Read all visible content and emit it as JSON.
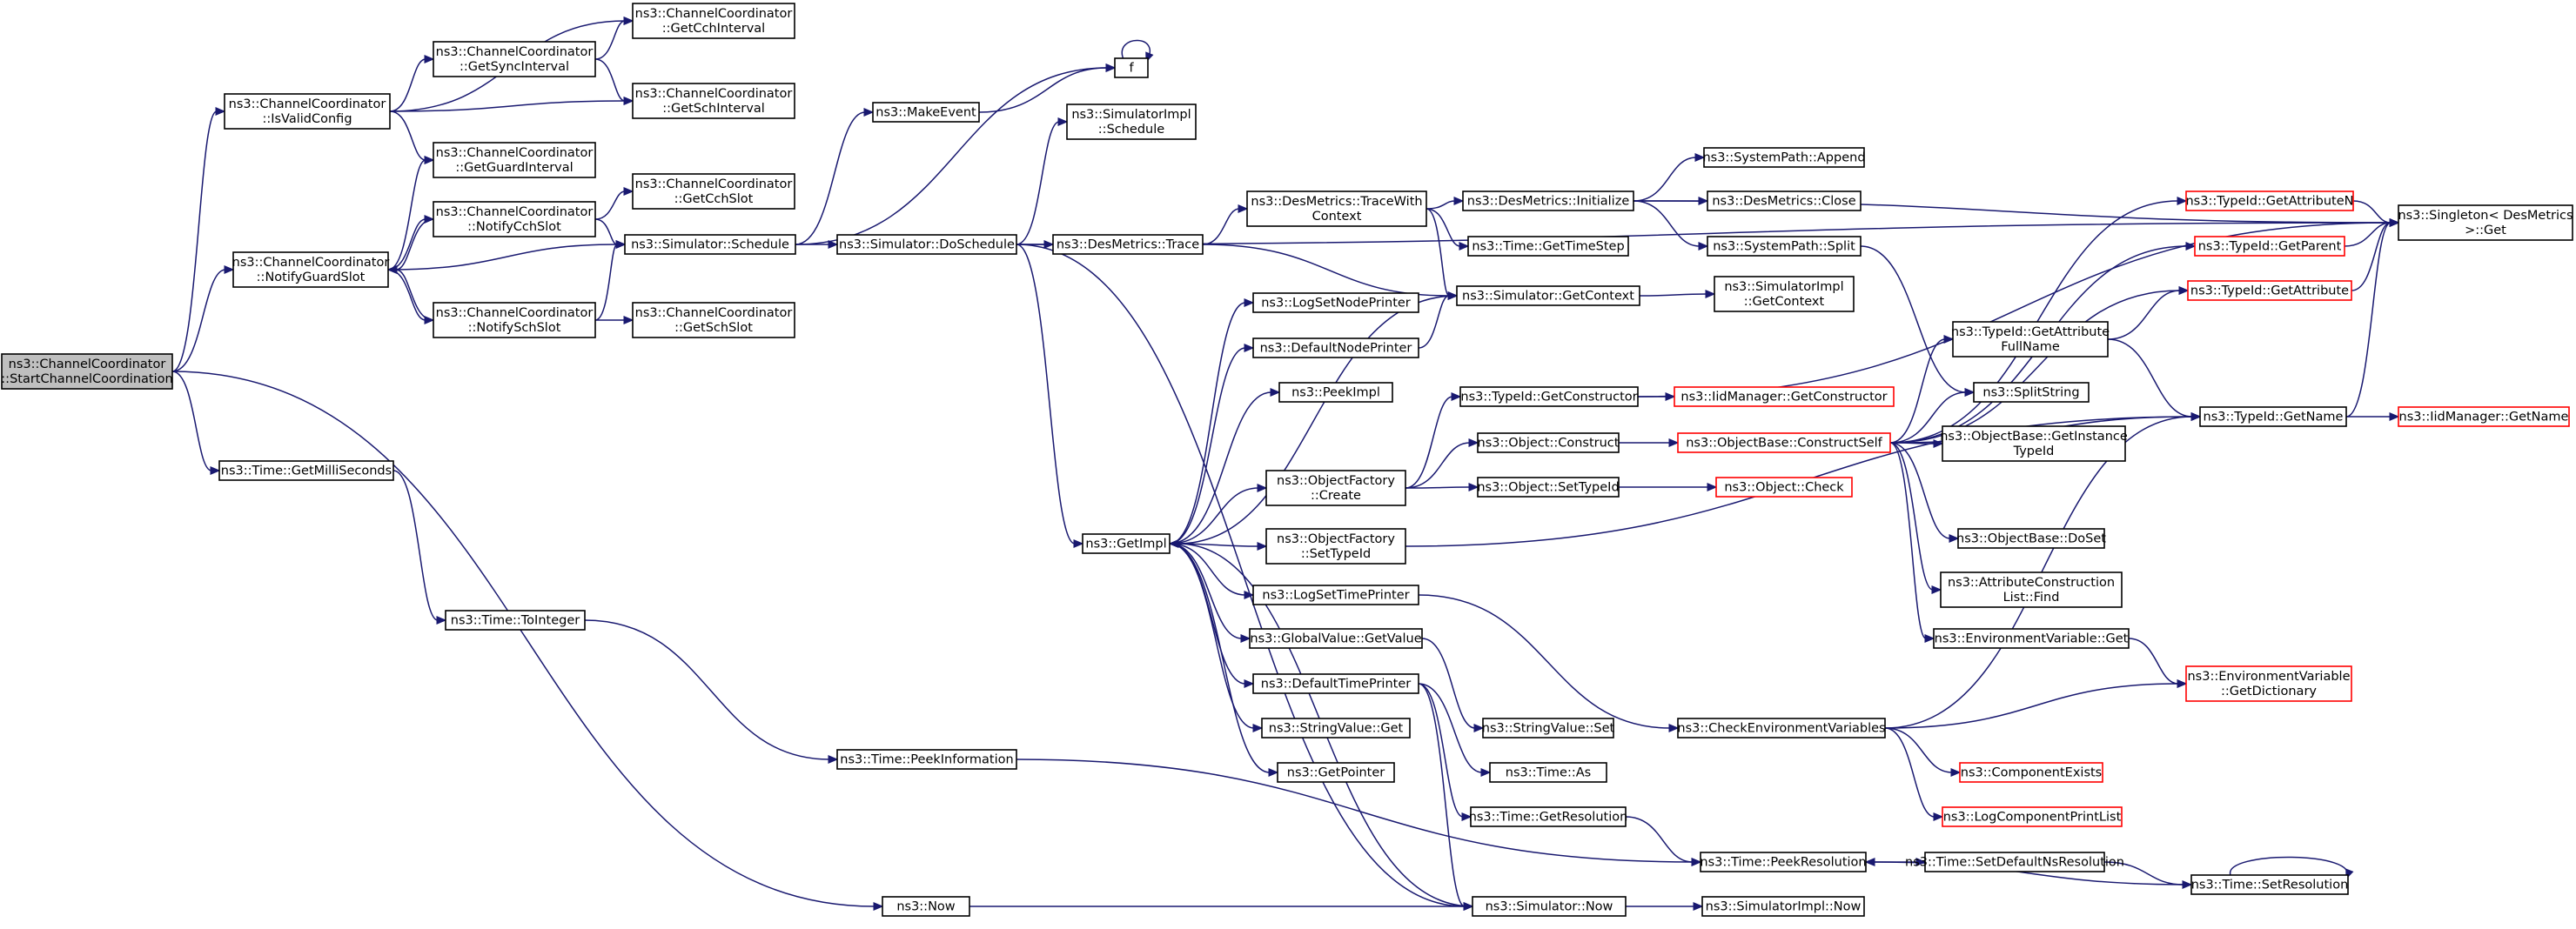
{
  "colors": {
    "edge": "#191970",
    "node_border": "#000000",
    "node_border_truncated": "#ff0000",
    "node_fill": "#ffffff",
    "root_fill": "#bfbfbf"
  },
  "nodes": [
    {
      "id": "start",
      "lines": [
        "ns3::ChannelCoordinator",
        "::StartChannelCoordination"
      ],
      "root": true
    },
    {
      "id": "isvalid",
      "lines": [
        "ns3::ChannelCoordinator",
        "::IsValidConfig"
      ]
    },
    {
      "id": "notifyguard",
      "lines": [
        "ns3::ChannelCoordinator",
        "::NotifyGuardSlot"
      ]
    },
    {
      "id": "getms",
      "lines": [
        "ns3::Time::GetMilliSeconds"
      ]
    },
    {
      "id": "now",
      "lines": [
        "ns3::Now"
      ]
    },
    {
      "id": "getsync",
      "lines": [
        "ns3::ChannelCoordinator",
        "::GetSyncInterval"
      ]
    },
    {
      "id": "getguard",
      "lines": [
        "ns3::ChannelCoordinator",
        "::GetGuardInterval"
      ]
    },
    {
      "id": "notifycch",
      "lines": [
        "ns3::ChannelCoordinator",
        "::NotifyCchSlot"
      ]
    },
    {
      "id": "notifysch",
      "lines": [
        "ns3::ChannelCoordinator",
        "::NotifySchSlot"
      ]
    },
    {
      "id": "schedule",
      "lines": [
        "ns3::Simulator::Schedule"
      ]
    },
    {
      "id": "toint",
      "lines": [
        "ns3::Time::ToInteger"
      ]
    },
    {
      "id": "getcchint",
      "lines": [
        "ns3::ChannelCoordinator",
        "::GetCchInterval"
      ]
    },
    {
      "id": "getschint",
      "lines": [
        "ns3::ChannelCoordinator",
        "::GetSchInterval"
      ]
    },
    {
      "id": "getcchslot",
      "lines": [
        "ns3::ChannelCoordinator",
        "::GetCchSlot"
      ]
    },
    {
      "id": "getschslot",
      "lines": [
        "ns3::ChannelCoordinator",
        "::GetSchSlot"
      ]
    },
    {
      "id": "peekinfo",
      "lines": [
        "ns3::Time::PeekInformation"
      ]
    },
    {
      "id": "makeevent",
      "lines": [
        "ns3::MakeEvent"
      ]
    },
    {
      "id": "doschedule",
      "lines": [
        "ns3::Simulator::DoSchedule"
      ]
    },
    {
      "id": "f",
      "lines": [
        "f"
      ]
    },
    {
      "id": "simimplschedule",
      "lines": [
        "ns3::SimulatorImpl",
        "::Schedule"
      ]
    },
    {
      "id": "dmtrace",
      "lines": [
        "ns3::DesMetrics::Trace"
      ]
    },
    {
      "id": "getimpl",
      "lines": [
        "ns3::GetImpl"
      ]
    },
    {
      "id": "tracewith",
      "lines": [
        "ns3::DesMetrics::TraceWith",
        "Context"
      ]
    },
    {
      "id": "logsetnode",
      "lines": [
        "ns3::LogSetNodePrinter"
      ]
    },
    {
      "id": "defnode",
      "lines": [
        "ns3::DefaultNodePrinter"
      ]
    },
    {
      "id": "peekimpl",
      "lines": [
        "ns3::PeekImpl"
      ]
    },
    {
      "id": "ofcreate",
      "lines": [
        "ns3::ObjectFactory",
        "::Create"
      ]
    },
    {
      "id": "ofsettype",
      "lines": [
        "ns3::ObjectFactory",
        "::SetTypeId"
      ]
    },
    {
      "id": "logsettime",
      "lines": [
        "ns3::LogSetTimePrinter"
      ]
    },
    {
      "id": "gvgetvalue",
      "lines": [
        "ns3::GlobalValue::GetValue"
      ]
    },
    {
      "id": "deftime",
      "lines": [
        "ns3::DefaultTimePrinter"
      ]
    },
    {
      "id": "svget",
      "lines": [
        "ns3::StringValue::Get"
      ]
    },
    {
      "id": "getpointer",
      "lines": [
        "ns3::GetPointer"
      ]
    },
    {
      "id": "dminit",
      "lines": [
        "ns3::DesMetrics::Initialize"
      ]
    },
    {
      "id": "gettimestep",
      "lines": [
        "ns3::Time::GetTimeStep"
      ]
    },
    {
      "id": "getcontext",
      "lines": [
        "ns3::Simulator::GetContext"
      ]
    },
    {
      "id": "tidgetctor",
      "lines": [
        "ns3::TypeId::GetConstructor"
      ]
    },
    {
      "id": "objconstruct",
      "lines": [
        "ns3::Object::Construct"
      ]
    },
    {
      "id": "objsettype",
      "lines": [
        "ns3::Object::SetTypeId"
      ]
    },
    {
      "id": "svset",
      "lines": [
        "ns3::StringValue::Set"
      ]
    },
    {
      "id": "timeas",
      "lines": [
        "ns3::Time::As"
      ]
    },
    {
      "id": "getres",
      "lines": [
        "ns3::Time::GetResolution"
      ]
    },
    {
      "id": "simnow",
      "lines": [
        "ns3::Simulator::Now"
      ]
    },
    {
      "id": "checkenv",
      "lines": [
        "ns3::CheckEnvironmentVariables"
      ]
    },
    {
      "id": "peekres",
      "lines": [
        "ns3::Time::PeekResolution"
      ]
    },
    {
      "id": "sysappend",
      "lines": [
        "ns3::SystemPath::Append"
      ]
    },
    {
      "id": "dmclose",
      "lines": [
        "ns3::DesMetrics::Close"
      ]
    },
    {
      "id": "syssplit",
      "lines": [
        "ns3::SystemPath::Split"
      ]
    },
    {
      "id": "simimplgetctx",
      "lines": [
        "ns3::SimulatorImpl",
        "::GetContext"
      ]
    },
    {
      "id": "iidgetctor",
      "lines": [
        "ns3::IidManager::GetConstructor"
      ],
      "truncated": true
    },
    {
      "id": "obconstructself",
      "lines": [
        "ns3::ObjectBase::ConstructSelf"
      ],
      "truncated": true
    },
    {
      "id": "objcheck",
      "lines": [
        "ns3::Object::Check"
      ],
      "truncated": true
    },
    {
      "id": "simimplnow",
      "lines": [
        "ns3::SimulatorImpl::Now"
      ]
    },
    {
      "id": "tidgetattrn",
      "lines": [
        "ns3::TypeId::GetAttributeN"
      ],
      "truncated": true
    },
    {
      "id": "tidgetparent",
      "lines": [
        "ns3::TypeId::GetParent"
      ],
      "truncated": true
    },
    {
      "id": "tidgetattr",
      "lines": [
        "ns3::TypeId::GetAttribute"
      ],
      "truncated": true
    },
    {
      "id": "tidgetattrfull",
      "lines": [
        "ns3::TypeId::GetAttribute",
        "FullName"
      ]
    },
    {
      "id": "splitstring",
      "lines": [
        "ns3::SplitString"
      ]
    },
    {
      "id": "obgetinstance",
      "lines": [
        "ns3::ObjectBase::GetInstance",
        "TypeId"
      ]
    },
    {
      "id": "obdoset",
      "lines": [
        "ns3::ObjectBase::DoSet"
      ]
    },
    {
      "id": "attrconstruct",
      "lines": [
        "ns3::AttributeConstruction",
        "List::Find"
      ]
    },
    {
      "id": "envget",
      "lines": [
        "ns3::EnvironmentVariable::Get"
      ]
    },
    {
      "id": "envgetdict",
      "lines": [
        "ns3::EnvironmentVariable",
        "::GetDictionary"
      ],
      "truncated": true
    },
    {
      "id": "compexists",
      "lines": [
        "ns3::ComponentExists"
      ],
      "truncated": true
    },
    {
      "id": "logcompprint",
      "lines": [
        "ns3::LogComponentPrintList"
      ],
      "truncated": true
    },
    {
      "id": "setdefres",
      "lines": [
        "ns3::Time::SetDefaultNsResolution"
      ]
    },
    {
      "id": "setres",
      "lines": [
        "ns3::Time::SetResolution"
      ]
    },
    {
      "id": "singleton",
      "lines": [
        "ns3::Singleton< DesMetrics",
        " >::Get"
      ]
    },
    {
      "id": "tidgetname",
      "lines": [
        "ns3::TypeId::GetName"
      ]
    },
    {
      "id": "iidgetname",
      "lines": [
        "ns3::IidManager::GetName"
      ],
      "truncated": true
    }
  ],
  "edges": [
    [
      "start",
      "isvalid"
    ],
    [
      "start",
      "notifyguard"
    ],
    [
      "start",
      "getms"
    ],
    [
      "start",
      "now"
    ],
    [
      "isvalid",
      "getcchint"
    ],
    [
      "isvalid",
      "getsync"
    ],
    [
      "isvalid",
      "getschint"
    ],
    [
      "isvalid",
      "getguard"
    ],
    [
      "getsync",
      "getcchint"
    ],
    [
      "getsync",
      "getschint"
    ],
    [
      "notifyguard",
      "getguard"
    ],
    [
      "notifyguard",
      "notifycch"
    ],
    [
      "notifyguard",
      "schedule"
    ],
    [
      "notifyguard",
      "notifysch"
    ],
    [
      "notifycch",
      "getcchslot"
    ],
    [
      "notifycch",
      "schedule"
    ],
    [
      "notifycch",
      "notifyguard"
    ],
    [
      "notifysch",
      "schedule"
    ],
    [
      "notifysch",
      "getschslot"
    ],
    [
      "notifysch",
      "notifyguard"
    ],
    [
      "schedule",
      "makeevent"
    ],
    [
      "schedule",
      "f"
    ],
    [
      "schedule",
      "doschedule"
    ],
    [
      "makeevent",
      "f"
    ],
    [
      "f",
      "f"
    ],
    [
      "doschedule",
      "simimplschedule"
    ],
    [
      "doschedule",
      "singleton"
    ],
    [
      "doschedule",
      "dmtrace"
    ],
    [
      "doschedule",
      "getimpl"
    ],
    [
      "doschedule",
      "simnow"
    ],
    [
      "dmtrace",
      "tracewith"
    ],
    [
      "dmtrace",
      "getcontext"
    ],
    [
      "tracewith",
      "dminit"
    ],
    [
      "tracewith",
      "gettimestep"
    ],
    [
      "tracewith",
      "getcontext"
    ],
    [
      "dminit",
      "sysappend"
    ],
    [
      "dminit",
      "dmclose"
    ],
    [
      "dminit",
      "syssplit"
    ],
    [
      "dminit",
      "singleton"
    ],
    [
      "syssplit",
      "splitstring"
    ],
    [
      "getcontext",
      "simimplgetctx"
    ],
    [
      "getcontext",
      "getimpl"
    ],
    [
      "getimpl",
      "logsetnode"
    ],
    [
      "getimpl",
      "defnode"
    ],
    [
      "getimpl",
      "peekimpl"
    ],
    [
      "getimpl",
      "ofcreate"
    ],
    [
      "getimpl",
      "ofsettype"
    ],
    [
      "getimpl",
      "logsettime"
    ],
    [
      "getimpl",
      "gvgetvalue"
    ],
    [
      "getimpl",
      "deftime"
    ],
    [
      "getimpl",
      "svget"
    ],
    [
      "getimpl",
      "getpointer"
    ],
    [
      "defnode",
      "getcontext"
    ],
    [
      "ofcreate",
      "tidgetctor"
    ],
    [
      "ofcreate",
      "objconstruct"
    ],
    [
      "ofcreate",
      "objsettype"
    ],
    [
      "ofsettype",
      "tidgetname"
    ],
    [
      "logsettime",
      "checkenv"
    ],
    [
      "gvgetvalue",
      "svset"
    ],
    [
      "deftime",
      "timeas"
    ],
    [
      "deftime",
      "getres"
    ],
    [
      "deftime",
      "simnow"
    ],
    [
      "tidgetctor",
      "iidgetctor"
    ],
    [
      "tidgetctor",
      "singleton"
    ],
    [
      "objconstruct",
      "obconstructself"
    ],
    [
      "objsettype",
      "objcheck"
    ],
    [
      "obconstructself",
      "tidgetattrn"
    ],
    [
      "obconstructself",
      "tidgetparent"
    ],
    [
      "obconstructself",
      "tidgetattr"
    ],
    [
      "obconstructself",
      "tidgetattrfull"
    ],
    [
      "obconstructself",
      "splitstring"
    ],
    [
      "obconstructself",
      "obgetinstance"
    ],
    [
      "obconstructself",
      "obdoset"
    ],
    [
      "obconstructself",
      "attrconstruct"
    ],
    [
      "obconstructself",
      "envget"
    ],
    [
      "obconstructself",
      "tidgetname"
    ],
    [
      "tidgetattrn",
      "singleton"
    ],
    [
      "tidgetparent",
      "singleton"
    ],
    [
      "tidgetattr",
      "singleton"
    ],
    [
      "tidgetattrfull",
      "tidgetattr"
    ],
    [
      "tidgetattrfull",
      "tidgetname"
    ],
    [
      "tidgetname",
      "singleton"
    ],
    [
      "tidgetname",
      "iidgetname"
    ],
    [
      "envget",
      "envgetdict"
    ],
    [
      "checkenv",
      "tidgetname"
    ],
    [
      "checkenv",
      "envgetdict"
    ],
    [
      "checkenv",
      "compexists"
    ],
    [
      "checkenv",
      "logcompprint"
    ],
    [
      "getms",
      "toint"
    ],
    [
      "toint",
      "peekinfo"
    ],
    [
      "peekinfo",
      "peekres"
    ],
    [
      "getres",
      "peekres"
    ],
    [
      "peekres",
      "setdefres"
    ],
    [
      "setdefres",
      "setres"
    ],
    [
      "setres",
      "peekres"
    ],
    [
      "setres",
      "setres"
    ],
    [
      "now",
      "simnow"
    ],
    [
      "simnow",
      "simimplnow"
    ],
    [
      "simnow",
      "getimpl"
    ]
  ]
}
